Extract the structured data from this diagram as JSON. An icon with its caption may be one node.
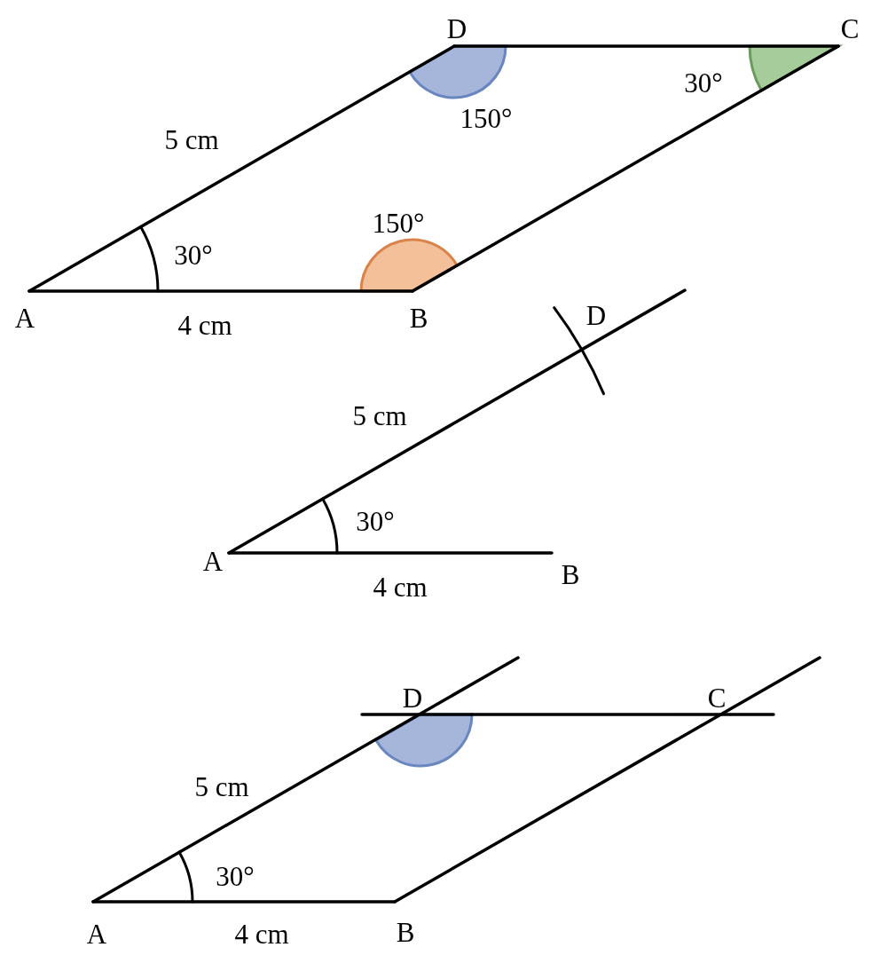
{
  "diagram": {
    "labels": [
      "D",
      "C",
      "30°",
      "150°",
      "5 cm",
      "150°",
      "30°",
      "A",
      "4 cm",
      "B",
      "D",
      "5 cm",
      "30°",
      "A",
      "B",
      "4 cm",
      "D",
      "C",
      "5 cm",
      "30°",
      "A",
      "4 cm",
      "B"
    ]
  }
}
